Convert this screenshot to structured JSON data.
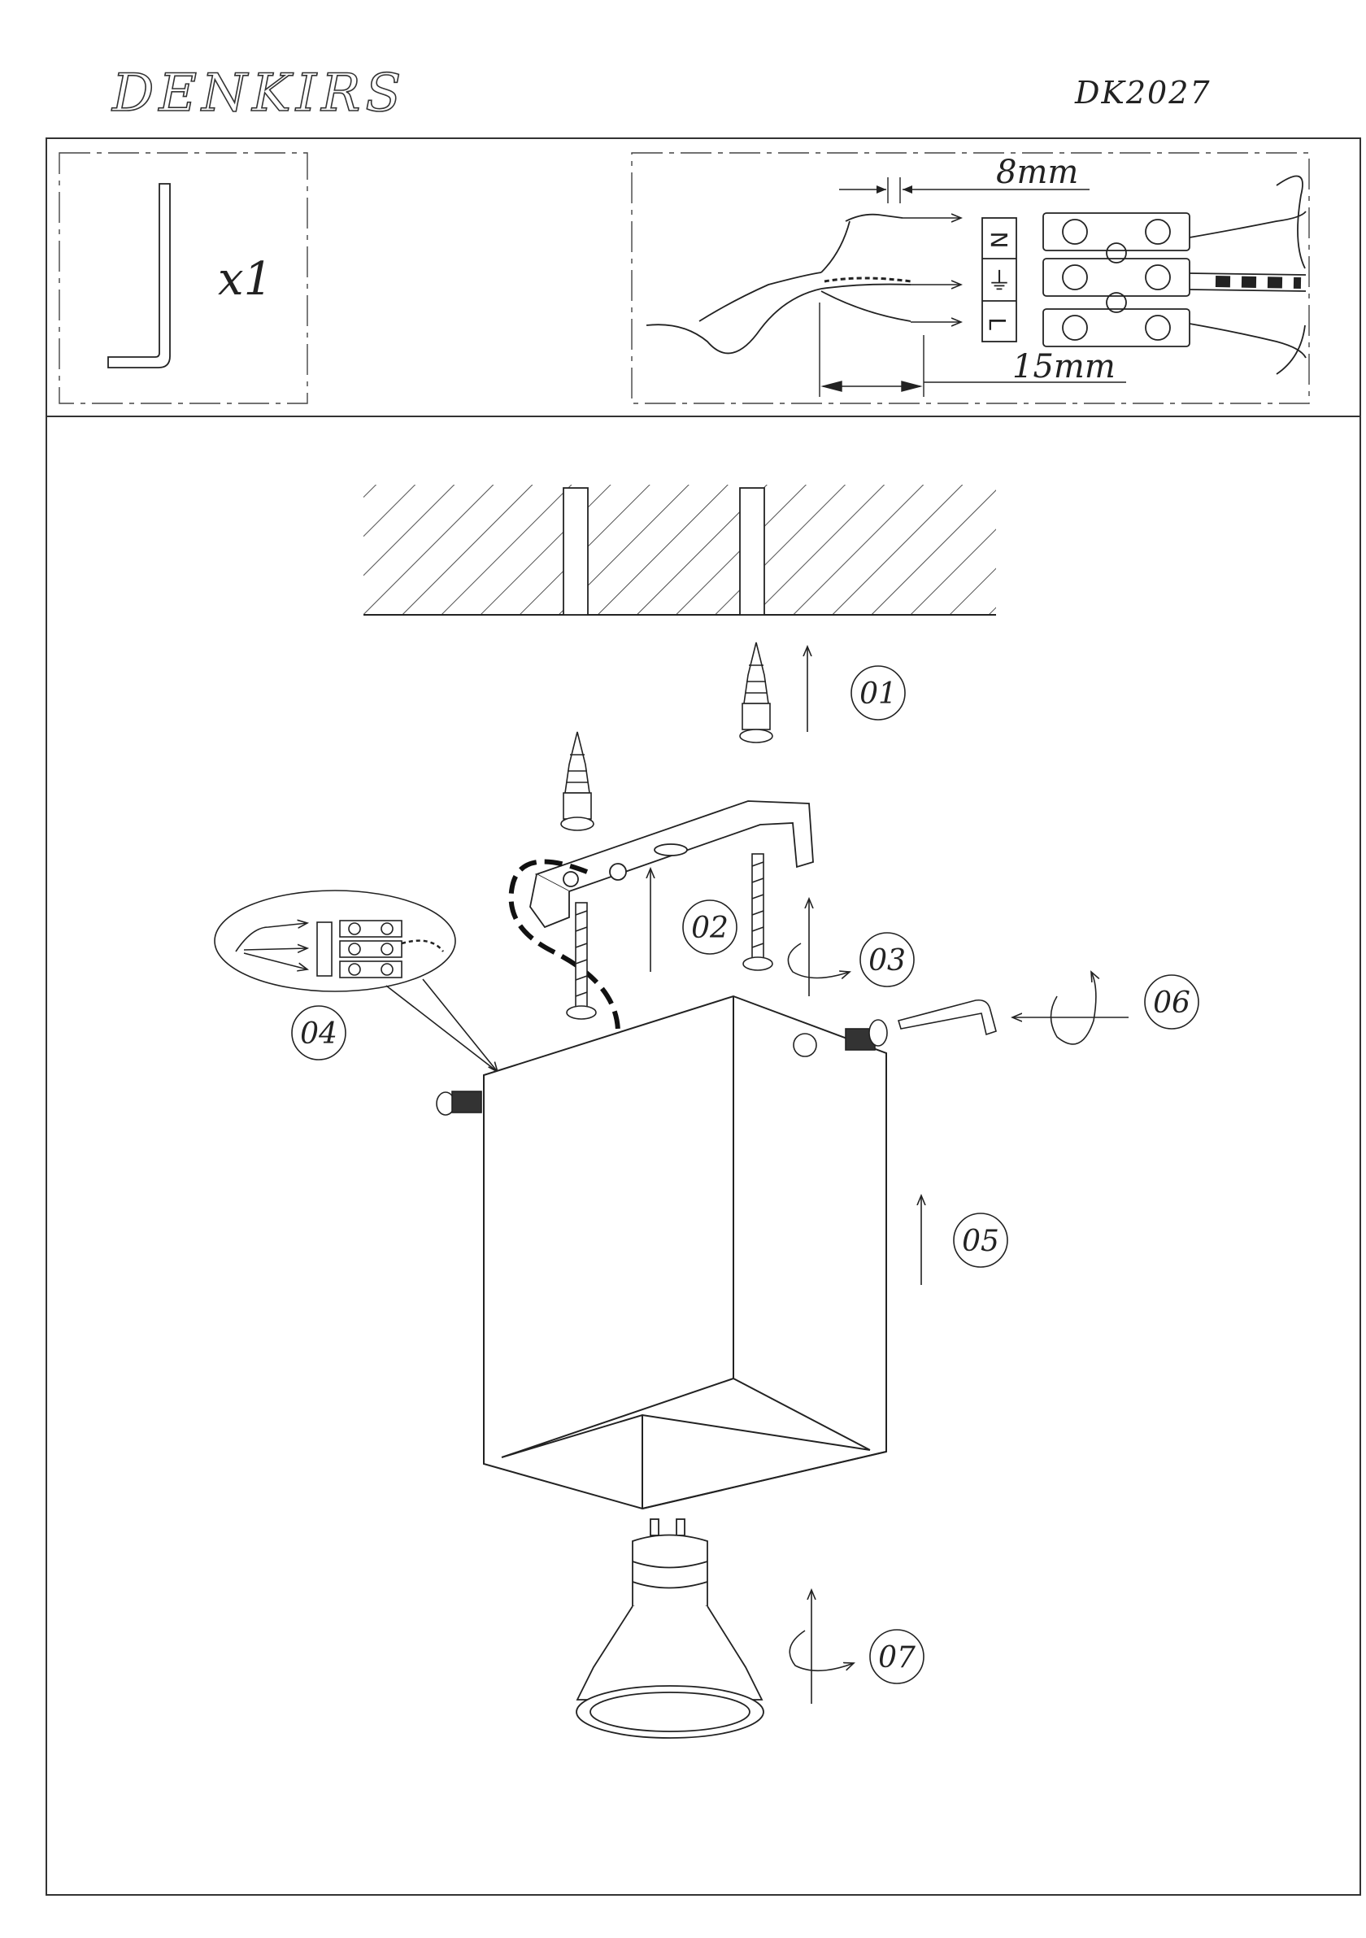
{
  "header": {
    "brand": "DENKIRS",
    "model": "DK2027"
  },
  "parts_panel": {
    "allen_key_quantity": "x1"
  },
  "wiring_panel": {
    "strip_length_short": "8mm",
    "strip_length_long": "15mm",
    "terminal_labels": [
      "N",
      "⏚",
      "L"
    ]
  },
  "steps": [
    "01",
    "02",
    "03",
    "04",
    "05",
    "06",
    "07"
  ],
  "colors": {
    "line": "#222222",
    "background": "#ffffff"
  }
}
